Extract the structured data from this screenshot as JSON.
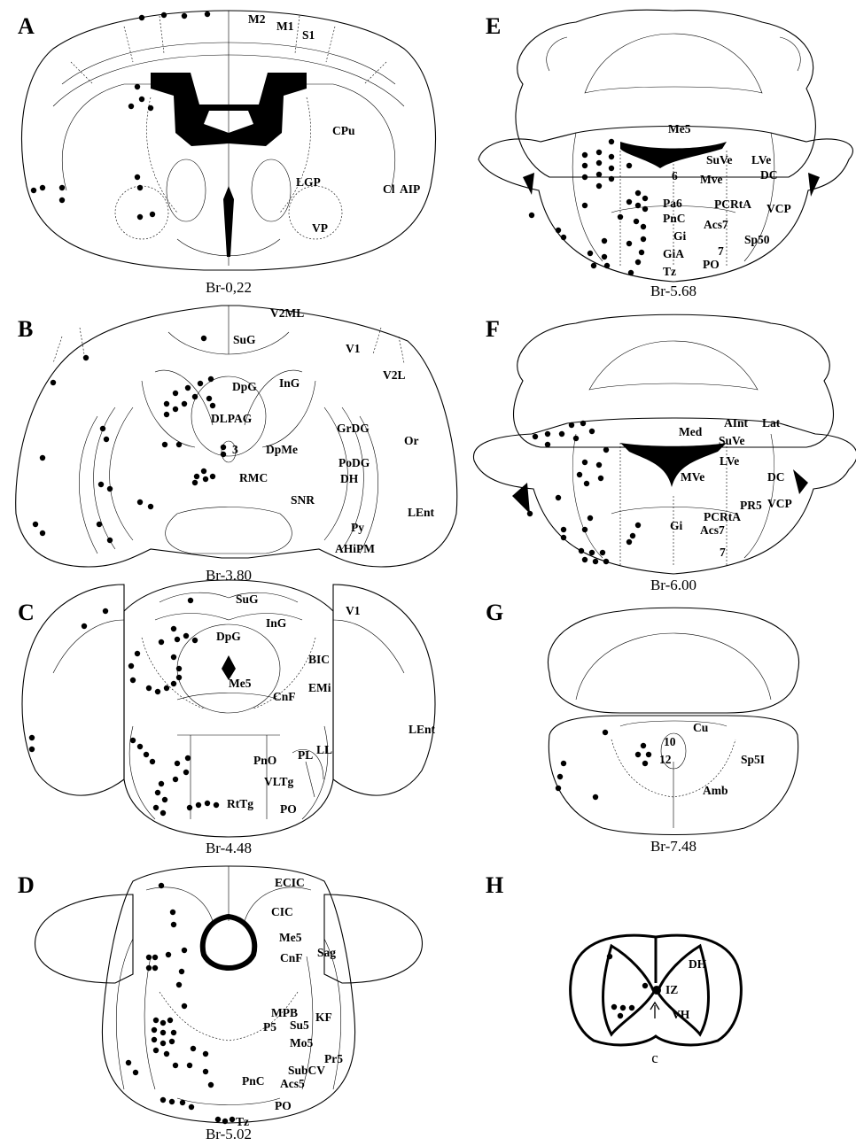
{
  "panels": [
    {
      "id": "A",
      "bregma": "Br-0,22",
      "labels": [
        "M2",
        "M1",
        "S1",
        "CPu",
        "LGP",
        "Cl",
        "AIP",
        "VP"
      ]
    },
    {
      "id": "B",
      "bregma": "Br-3.80",
      "labels": [
        "V2ML",
        "SuG",
        "V1",
        "DpG",
        "InG",
        "V2L",
        "DLPAG",
        "GrDG",
        "Or",
        "DpMe",
        "3",
        "PoDG",
        "RMC",
        "DH",
        "SNR",
        "LEnt",
        "Py",
        "AHiPM"
      ]
    },
    {
      "id": "C",
      "bregma": "Br-4.48",
      "labels": [
        "SuG",
        "V1",
        "InG",
        "DpG",
        "BIC",
        "Me5",
        "EMi",
        "CnF",
        "LEnt",
        "LL",
        "PL",
        "PnO",
        "VLTg",
        "RtTg",
        "PO"
      ]
    },
    {
      "id": "D",
      "bregma": "Br-5.02",
      "labels": [
        "ECIC",
        "CIC",
        "Me5",
        "Sag",
        "CnF",
        "MPB",
        "KF",
        "P5",
        "Su5",
        "Mo5",
        "Pr5",
        "SubCV",
        "PnC",
        "Acs5",
        "PO",
        "Tz"
      ]
    },
    {
      "id": "E",
      "bregma": "Br-5.68",
      "labels": [
        "Me5",
        "SuVe",
        "LVe",
        "DC",
        "Mve",
        "6",
        "Pa6",
        "PCRtA",
        "VCP",
        "PnC",
        "Acs7",
        "Gi",
        "Sp50",
        "GiA",
        "7",
        "PO",
        "Tz"
      ]
    },
    {
      "id": "F",
      "bregma": "Br-6.00",
      "labels": [
        "AInt",
        "Lat",
        "Med",
        "SuVe",
        "LVe",
        "DC",
        "MVe",
        "PR5",
        "VCP",
        "PCRtA",
        "Gi",
        "Acs7",
        "7"
      ]
    },
    {
      "id": "G",
      "bregma": "Br-7.48",
      "labels": [
        "Cu",
        "10",
        "Sp5I",
        "12",
        "Amb"
      ]
    },
    {
      "id": "H",
      "bregma": "c",
      "labels": [
        "DH",
        "IZ",
        "VH"
      ]
    }
  ]
}
